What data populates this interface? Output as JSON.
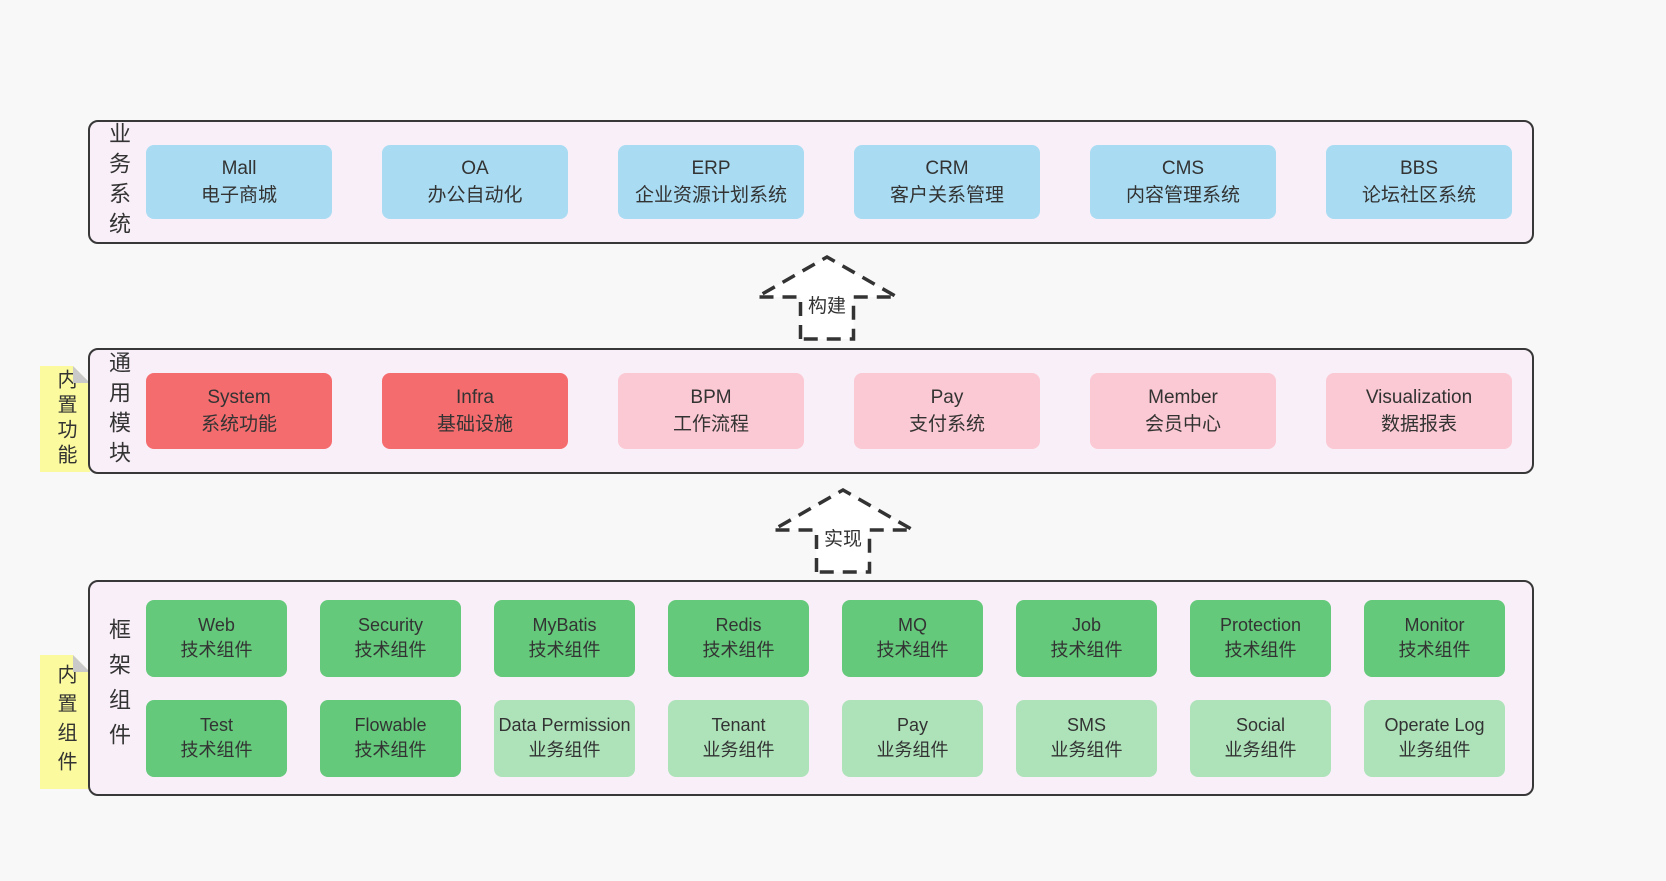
{
  "diagram": {
    "layers": [
      {
        "label": "业务系统",
        "boxes": [
          {
            "name": "Mall",
            "desc": "电子商城"
          },
          {
            "name": "OA",
            "desc": "办公自动化"
          },
          {
            "name": "ERP",
            "desc": "企业资源计划系统"
          },
          {
            "name": "CRM",
            "desc": "客户关系管理"
          },
          {
            "name": "CMS",
            "desc": "内容管理系统"
          },
          {
            "name": "BBS",
            "desc": "论坛社区系统"
          }
        ]
      },
      {
        "label": "通用模块",
        "note": "内置功能",
        "boxes": [
          {
            "name": "System",
            "desc": "系统功能"
          },
          {
            "name": "Infra",
            "desc": "基础设施"
          },
          {
            "name": "BPM",
            "desc": "工作流程"
          },
          {
            "name": "Pay",
            "desc": "支付系统"
          },
          {
            "name": "Member",
            "desc": "会员中心"
          },
          {
            "name": "Visualization",
            "desc": "数据报表"
          }
        ]
      },
      {
        "label": "框架组件",
        "note": "内置组件",
        "rows": [
          [
            {
              "name": "Web",
              "desc": "技术组件"
            },
            {
              "name": "Security",
              "desc": "技术组件"
            },
            {
              "name": "MyBatis",
              "desc": "技术组件"
            },
            {
              "name": "Redis",
              "desc": "技术组件"
            },
            {
              "name": "MQ",
              "desc": "技术组件"
            },
            {
              "name": "Job",
              "desc": "技术组件"
            },
            {
              "name": "Protection",
              "desc": "技术组件"
            },
            {
              "name": "Monitor",
              "desc": "技术组件"
            }
          ],
          [
            {
              "name": "Test",
              "desc": "技术组件"
            },
            {
              "name": "Flowable",
              "desc": "技术组件"
            },
            {
              "name": "Data Permission",
              "desc": "业务组件"
            },
            {
              "name": "Tenant",
              "desc": "业务组件"
            },
            {
              "name": "Pay",
              "desc": "业务组件"
            },
            {
              "name": "SMS",
              "desc": "业务组件"
            },
            {
              "name": "Social",
              "desc": "业务组件"
            },
            {
              "name": "Operate Log",
              "desc": "业务组件"
            }
          ]
        ]
      }
    ],
    "arrows": [
      {
        "label": "构建"
      },
      {
        "label": "实现"
      }
    ],
    "colors": {
      "page_bg": "#f8f8f8",
      "layer_bg": "#f9eff8",
      "layer_border": "#383838",
      "business_box": "#a9dcf3",
      "core_module_box": "#f56c6e",
      "module_box": "#fbc9d3",
      "tech_component_box": "#64c97b",
      "biz_component_box": "#aee3ba",
      "sticky_note_bg": "#fbfa9e",
      "sticky_note_fold": "#c9c9c9",
      "text": "#333333"
    }
  }
}
